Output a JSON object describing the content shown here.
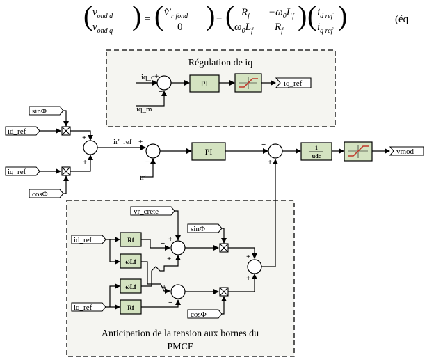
{
  "equation": {
    "lhs_top": "v",
    "lhs_top_sub": "ond d",
    "lhs_bottom": "v",
    "lhs_bottom_sub": "ond q",
    "mid_top": "v̂′",
    "mid_top_sub": "r fond",
    "mid_bottom": "0",
    "mat_r_f": "R",
    "mat_r_f_sub": "f",
    "mat_minus_w0lf": "−ω",
    "mat_minus_w0lf_rest": "0",
    "mat_lf": "L",
    "mat_lf_sub": "f",
    "mat_w0": "ω",
    "mat_w0_sub": "0",
    "rhs_top": "i",
    "rhs_top_sub": "d ref",
    "rhs_bottom": "i",
    "rhs_bottom_sub": "q ref",
    "equals": "=",
    "minus": "−",
    "tag": "(éq"
  },
  "regulation_box": {
    "title": "Régulation de iq",
    "in_top": "iq_c",
    "in_bottom": "iq_m",
    "pi_label": "PI",
    "output_tag": "iq_ref"
  },
  "main_chain": {
    "sin_tag": "sinΦ",
    "id_ref_tag": "id_ref",
    "iq_ref_tag": "iq_ref",
    "cos_tag": "cosΦ",
    "ir_ref_label": "ir'_ref",
    "ir_label": "ir'",
    "pi_label": "PI",
    "udc_numerator": "1",
    "udc_denominator": "udc",
    "output_tag": "vmod"
  },
  "anticipation_box": {
    "title_line1": "Anticipation de la tension aux bornes du",
    "title_line2": "PMCF",
    "vr_crete": "vr_crete",
    "sin_tag": "sinΦ",
    "cos_tag": "cosΦ",
    "id_ref_tag": "id_ref",
    "iq_ref_tag": "iq_ref",
    "rf_label": "Rf",
    "wlf_label": "ωLf"
  },
  "signs": {
    "plus": "+",
    "minus": "−"
  }
}
